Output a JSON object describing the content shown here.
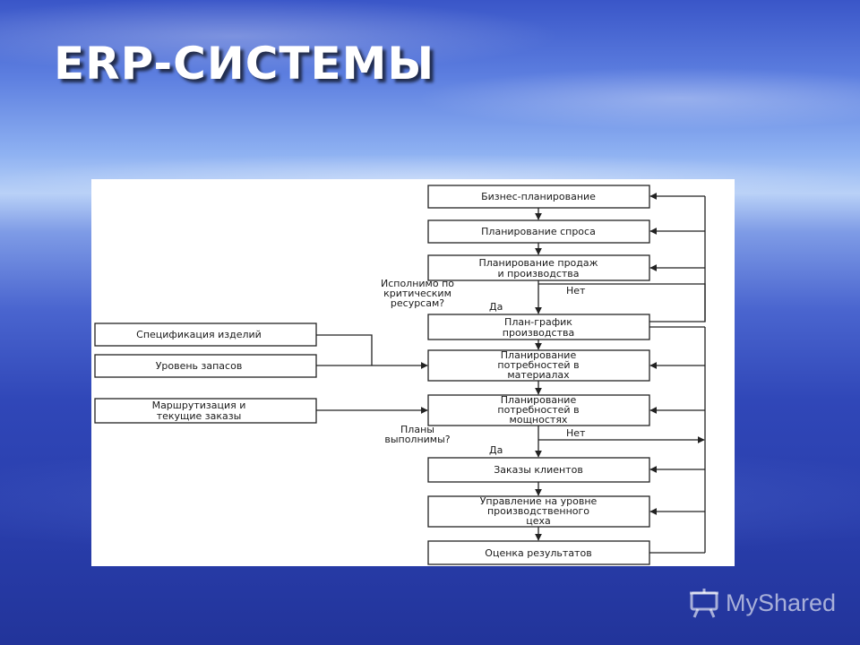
{
  "slide": {
    "title": "ERP-СИСТЕМЫ"
  },
  "diagram": {
    "main_nodes": [
      {
        "id": "n1",
        "lines": [
          "Бизнес-планирование"
        ]
      },
      {
        "id": "n2",
        "lines": [
          "Планирование спроса"
        ]
      },
      {
        "id": "n3",
        "lines": [
          "Планирование продаж",
          "и производства"
        ]
      },
      {
        "id": "n4",
        "lines": [
          "План-график",
          "производства"
        ]
      },
      {
        "id": "n5",
        "lines": [
          "Планирование",
          "потребностей в",
          "материалах"
        ]
      },
      {
        "id": "n6",
        "lines": [
          "Планирование",
          "потребностей в",
          "мощностях"
        ]
      },
      {
        "id": "n7",
        "lines": [
          "Заказы клиентов"
        ]
      },
      {
        "id": "n8",
        "lines": [
          "Управление на уровне",
          "производственного",
          "цеха"
        ]
      },
      {
        "id": "n9",
        "lines": [
          "Оценка результатов"
        ]
      }
    ],
    "input_nodes": [
      {
        "id": "i1",
        "lines": [
          "Спецификация изделий"
        ]
      },
      {
        "id": "i2",
        "lines": [
          "Уровень запасов"
        ]
      },
      {
        "id": "i3",
        "lines": [
          "Маршрутизация и",
          "текущие заказы"
        ]
      }
    ],
    "decisions": {
      "q1": {
        "lines": [
          "Исполнимо по",
          "критическим",
          "ресурсам?"
        ],
        "yes": "Да",
        "no": "Нет"
      },
      "q2": {
        "lines": [
          "Планы",
          "выполнимы?"
        ],
        "yes": "Да",
        "no": "Нет"
      }
    }
  },
  "watermark": {
    "text": "MyShared"
  }
}
